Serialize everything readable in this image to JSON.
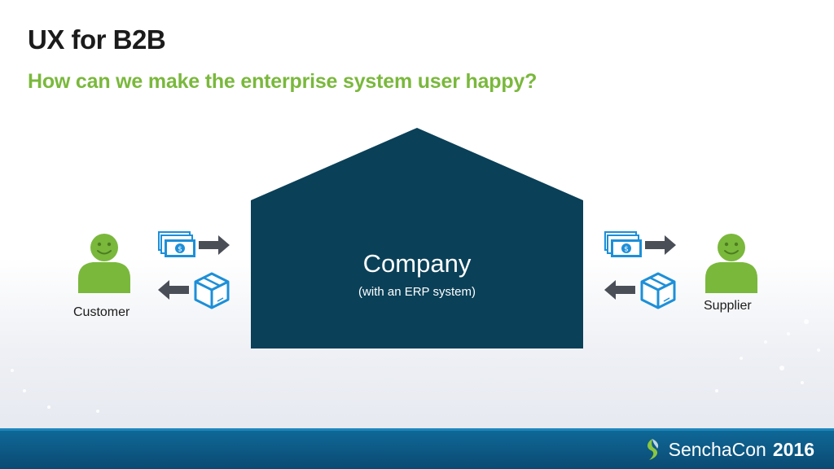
{
  "slide": {
    "title": "UX for B2B",
    "subtitle": "How can we make the enterprise system user happy?"
  },
  "company": {
    "title": "Company",
    "subtitle": "(with an ERP system)"
  },
  "customer": {
    "label": "Customer"
  },
  "supplier": {
    "label": "Supplier"
  },
  "footer": {
    "brand": "SenchaCon",
    "year": "2016"
  },
  "colors": {
    "accent_green": "#7ab83c",
    "house_navy": "#0a4058",
    "icon_blue": "#1d8fd8",
    "arrow_gray": "#4a4e57",
    "footer_blue": "#0d5a86"
  },
  "icons": [
    "user-icon",
    "money-icon",
    "package-icon",
    "arrow-right-icon",
    "arrow-left-icon",
    "sencha-logo-icon"
  ]
}
